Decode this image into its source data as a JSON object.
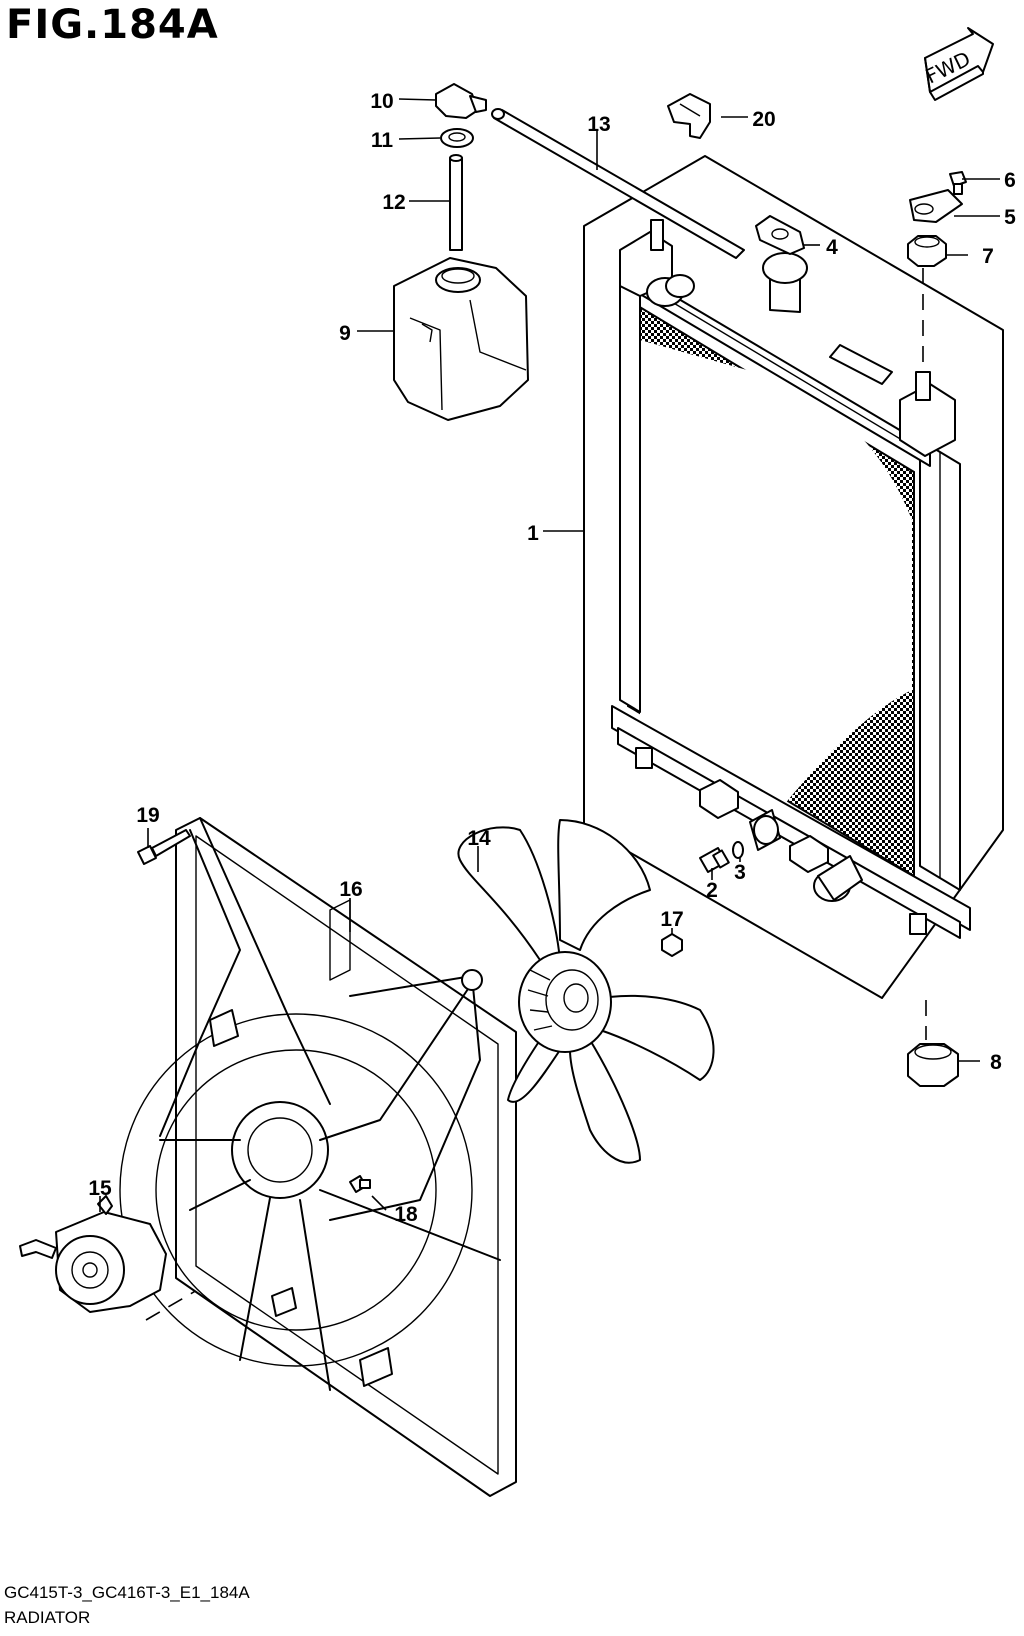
{
  "figure": {
    "title": "FIG.184A",
    "direction_tag": "FWD",
    "drawing_code": "GC415T-3_GC416T-3_E1_184A",
    "assembly_name": "RADIATOR"
  },
  "callouts": [
    "1",
    "2",
    "3",
    "4",
    "5",
    "6",
    "7",
    "8",
    "9",
    "10",
    "11",
    "12",
    "13",
    "14",
    "15",
    "16",
    "17",
    "18",
    "19",
    "20"
  ]
}
